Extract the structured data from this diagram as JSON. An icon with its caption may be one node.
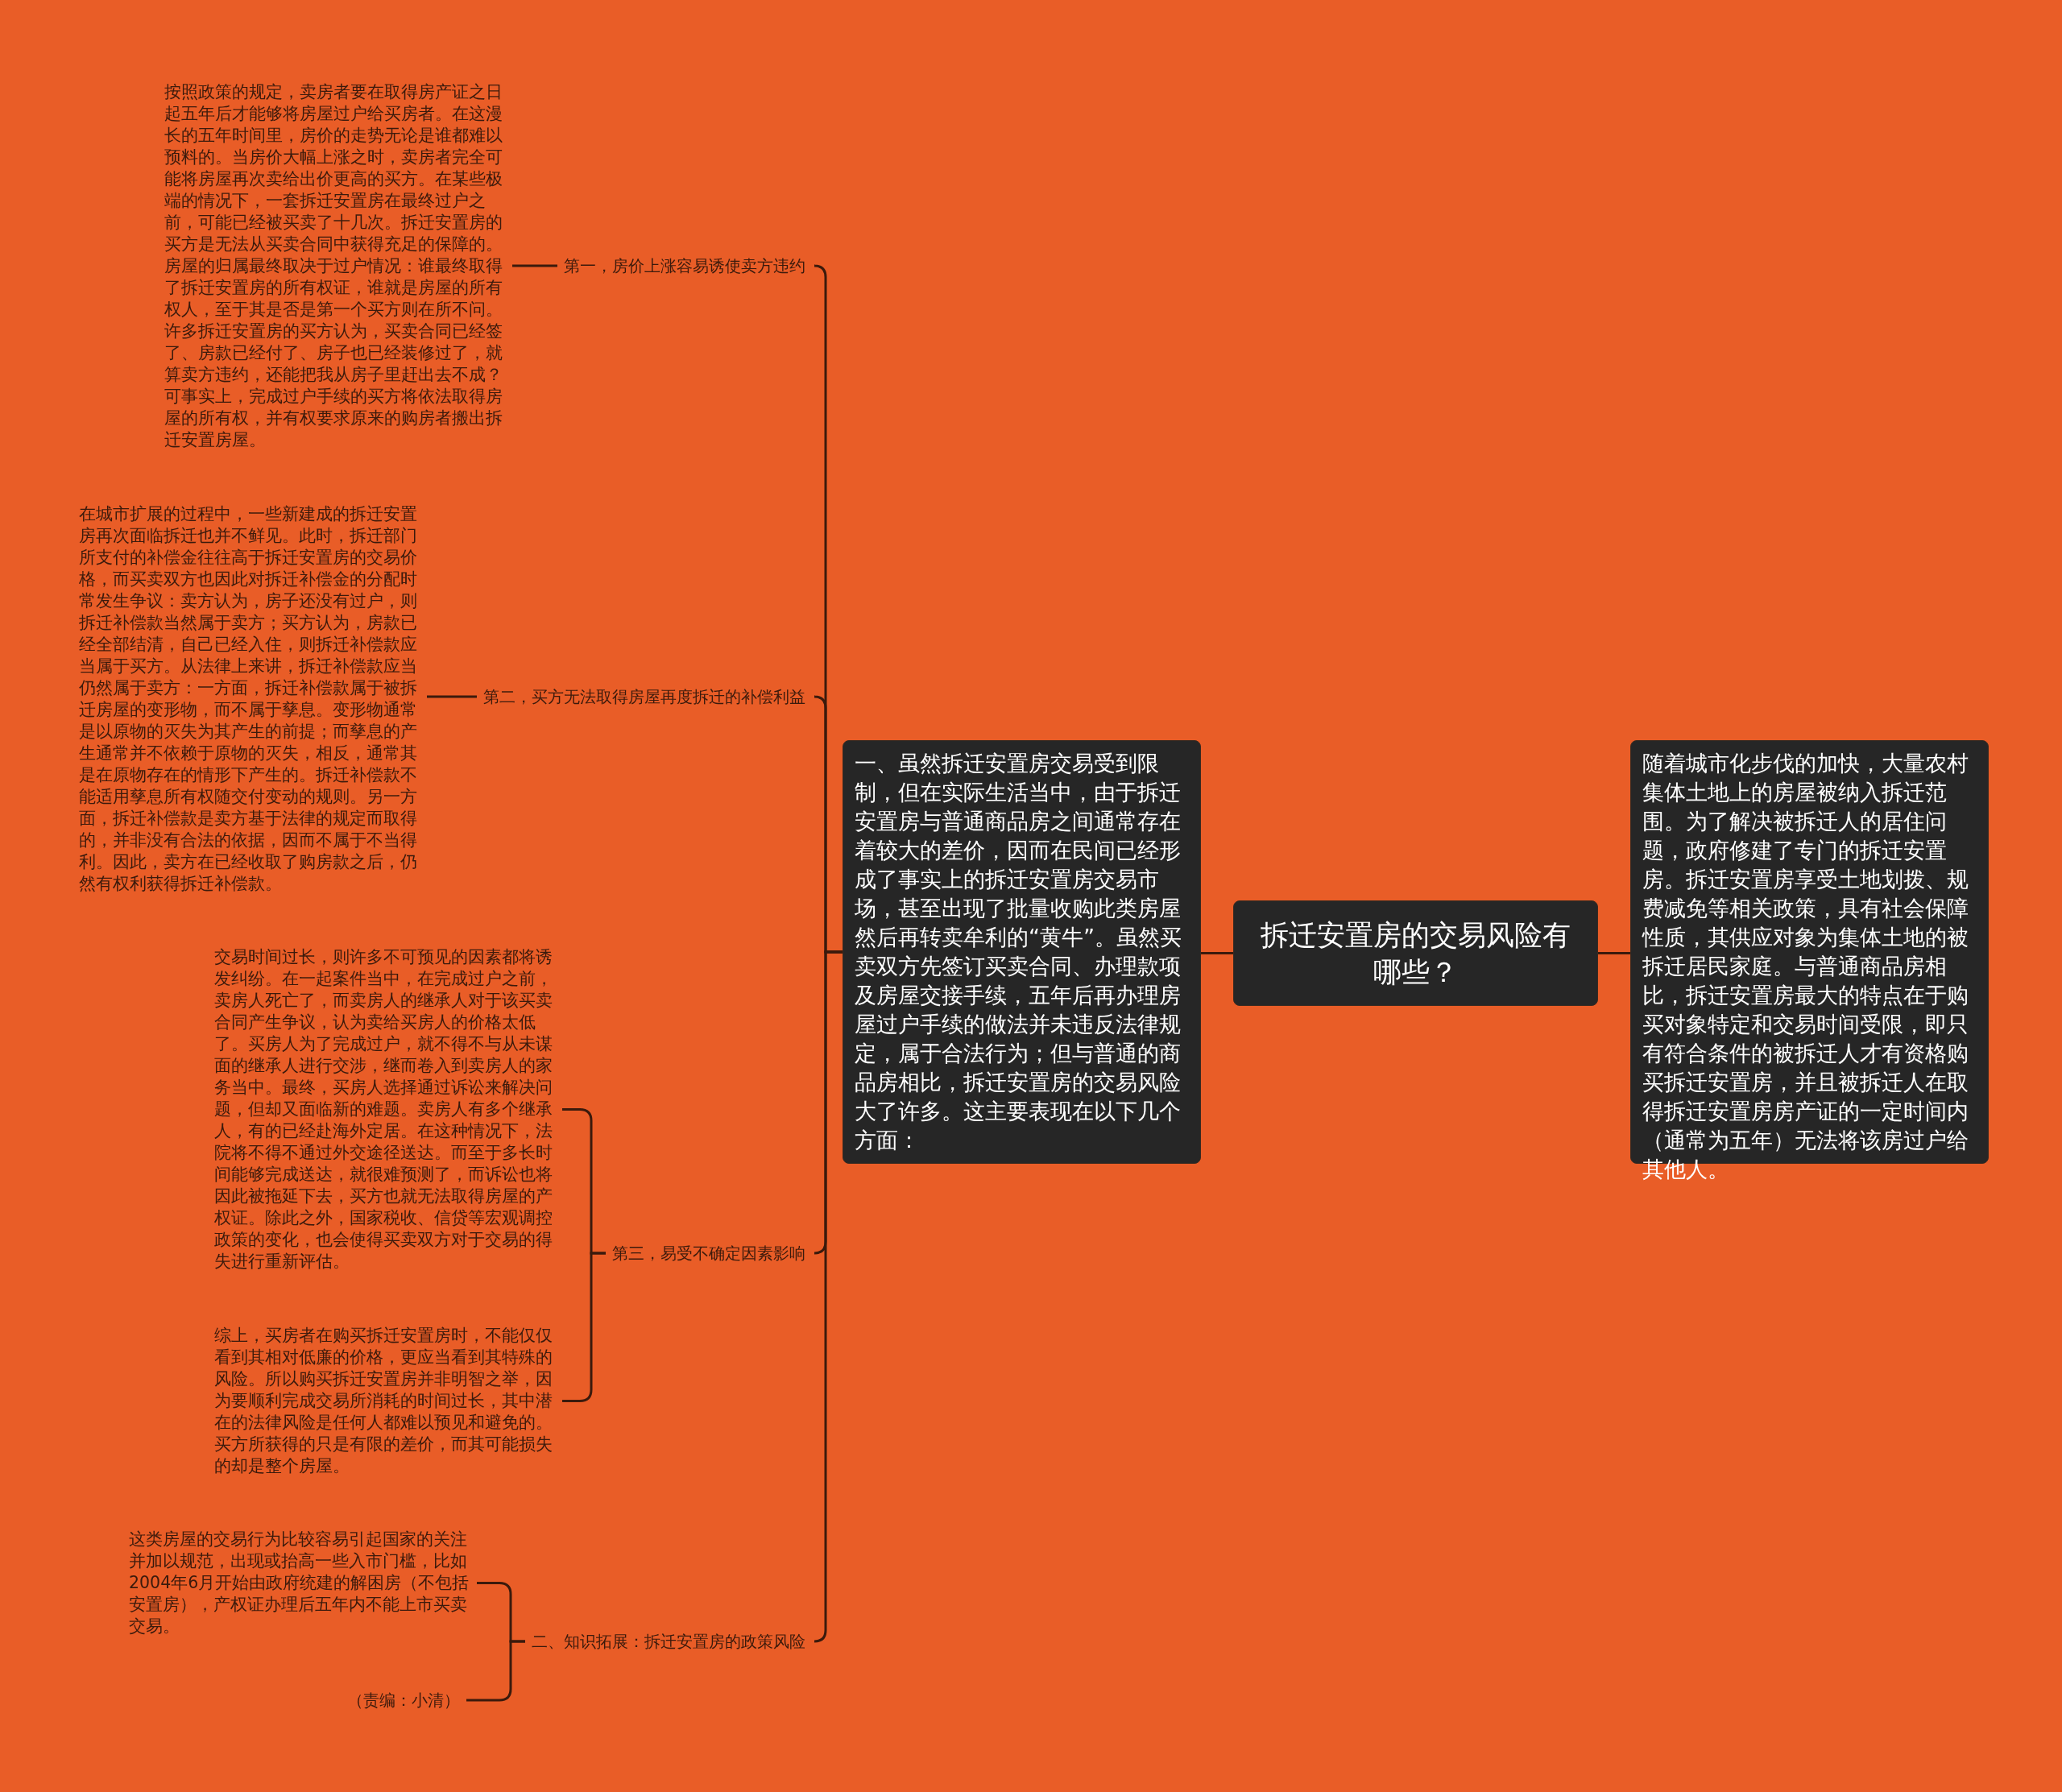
{
  "diagram": {
    "nodes": [
      {
        "text": [
          "拆迁安置房的交易风险有哪些？"
        ]
      },
      {
        "text": [
          "随着城市化步伐的加快，大量农村集体土地上的房屋被纳入拆迁范围。为了解决被拆迁人的居住问题，政府修建了专门的拆迁安置房。拆迁安置房享受土地划拨、规费减免等相关政策，具有社会保障性质，其供应对象为集体土地的被拆迁居民家庭。与普通商品房相比，拆迁安置房最大的特点在于购买对象特定和交易时间受限，即只有符合条件的被拆迁人才有资格购买拆迁安置房，并且被拆迁人在取得拆迁安置房房产证的一定时间内（通常为五年）无法将该房过户给其他人。"
        ]
      },
      {
        "text": [
          "一、虽然拆迁安置房交易受到限制，但在实际生活当中，由于拆迁安置房与普通商品房之间通常存在着较大的差价，因而在民间已经形成了事实上的拆迁安置房交易市场，甚至出现了批量收购此类房屋然后再转卖牟利的“黄牛”。虽然买卖双方先签订买卖合同、办理款项及房屋交接手续，五年后再办理房屋过户手续的做法并未违反法律规定，属于合法行为；但与普通的商品房相比，拆迁安置房的交易风险大了许多。这主要表现在以下几个方面："
        ]
      },
      {
        "text": [
          "第一，房价上涨容易诱使卖方违约"
        ]
      },
      {
        "text": [
          "按照政策的规定，卖房者要在取得房产证之日起五年后才能够将房屋过户给买房者。在这漫长的五年时间里，房价的走势无论是谁都难以预料的。当房价大幅上涨之时，卖房者完全可能将房屋再次卖给出价更高的买方。在某些极端的情况下，一套拆迁安置房在最终过户之前，可能已经被买卖了十几次。拆迁安置房的买方是无法从买卖合同中获得充足的保障的。房屋的归属最终取决于过户情况：谁最终取得了拆迁安置房的所有权证，谁就是房屋的所有权人，至于其是否是第一个买方则在所不问。许多拆迁安置房的买方认为，买卖合同已经签了、房款已经付了、房子也已经装修过了，就算卖方违约，还能把我从房子里赶出去不成？可事实上，完成过户手续的买方将依法取得房屋的所有权，并有权要求原来的购房者搬出拆迁安置房屋。"
        ]
      },
      {
        "text": [
          "第二，买方无法取得房屋再度拆迁的补偿利益"
        ]
      },
      {
        "text": [
          "在城市扩展的过程中，一些新建成的拆迁安置房再次面临拆迁也并不鲜见。此时，拆迁部门所支付的补偿金往往高于拆迁安置房的交易价格，而买卖双方也因此对拆迁补偿金的分配时常发生争议：卖方认为，房子还没有过户，则拆迁补偿款当然属于卖方；买方认为，房款已经全部结清，自己已经入住，则拆迁补偿款应当属于买方。从法律上来讲，拆迁补偿款应当仍然属于卖方：一方面，拆迁补偿款属于被拆迁房屋的变形物，而不属于孳息。变形物通常是以原物的灭失为其产生的前提；而孳息的产生通常并不依赖于原物的灭失，相反，通常其是在原物存在的情形下产生的。拆迁补偿款不能适用孳息所有权随交付变动的规则。另一方面，拆迁补偿款是卖方基于法律的规定而取得的，并非没有合法的依据，因而不属于不当得利。因此，卖方在已经收取了购房款之后，仍然有权利获得拆迁补偿款。"
        ]
      },
      {
        "text": [
          "第三，易受不确定因素影响"
        ]
      },
      {
        "text": [
          "交易时间过长，则许多不可预见的因素都将诱发纠纷。在一起案件当中，在完成过户之前，卖房人死亡了，而卖房人的继承人对于该买卖合同产生争议，认为卖给买房人的价格太低了。买房人为了完成过户，就不得不与从未谋面的继承人进行交涉，继而卷入到卖房人的家务当中。最终，买房人选择通过诉讼来解决问题，但却又面临新的难题。卖房人有多个继承人，有的已经赴海外定居。在这种情况下，法院将不得不通过外交途径送达。而至于多长时间能够完成送达，就很难预测了，而诉讼也将因此被拖延下去，买方也就无法取得房屋的产权证。除此之外，国家税收、信贷等宏观调控政策的变化，也会使得买卖双方对于交易的得失进行重新评估。"
        ]
      },
      {
        "text": [
          "综上，买房者在购买拆迁安置房时，不能仅仅看到其相对低廉的价格，更应当看到其特殊的风险。所以购买拆迁安置房并非明智之举，因为要顺利完成交易所消耗的时间过长，其中潜在的法律风险是任何人都难以预见和避免的。买方所获得的只是有限的差价，而其可能损失的却是整个房屋。"
        ]
      },
      {
        "text": [
          "二、知识拓展：拆迁安置房的政策风险"
        ]
      },
      {
        "text": [
          "这类房屋的交易行为比较容易引起国家的关注并加以规范，出现或抬高一些入市门槛，比如2004年6月开始由政府统建的解困房（不包括安置房），产权证办理后五年内不能上市买卖交易。"
        ]
      },
      {
        "text": [
          "（责编：小清）"
        ]
      }
    ],
    "edges": [
      {
        "from": 0,
        "to": 1,
        "arrow": "none"
      },
      {
        "from": 0,
        "to": 2,
        "arrow": "none"
      },
      {
        "from": 2,
        "to": 3,
        "arrow": "none"
      },
      {
        "from": 2,
        "to": 5,
        "arrow": "none"
      },
      {
        "from": 2,
        "to": 7,
        "arrow": "none"
      },
      {
        "from": 2,
        "to": 10,
        "arrow": "none"
      },
      {
        "from": 3,
        "to": 4,
        "arrow": "none"
      },
      {
        "from": 5,
        "to": 6,
        "arrow": "none"
      },
      {
        "from": 7,
        "to": 8,
        "arrow": "none"
      },
      {
        "from": 7,
        "to": 9,
        "arrow": "none"
      },
      {
        "from": 10,
        "to": 11,
        "arrow": "none"
      },
      {
        "from": 10,
        "to": 12,
        "arrow": "none"
      }
    ]
  }
}
